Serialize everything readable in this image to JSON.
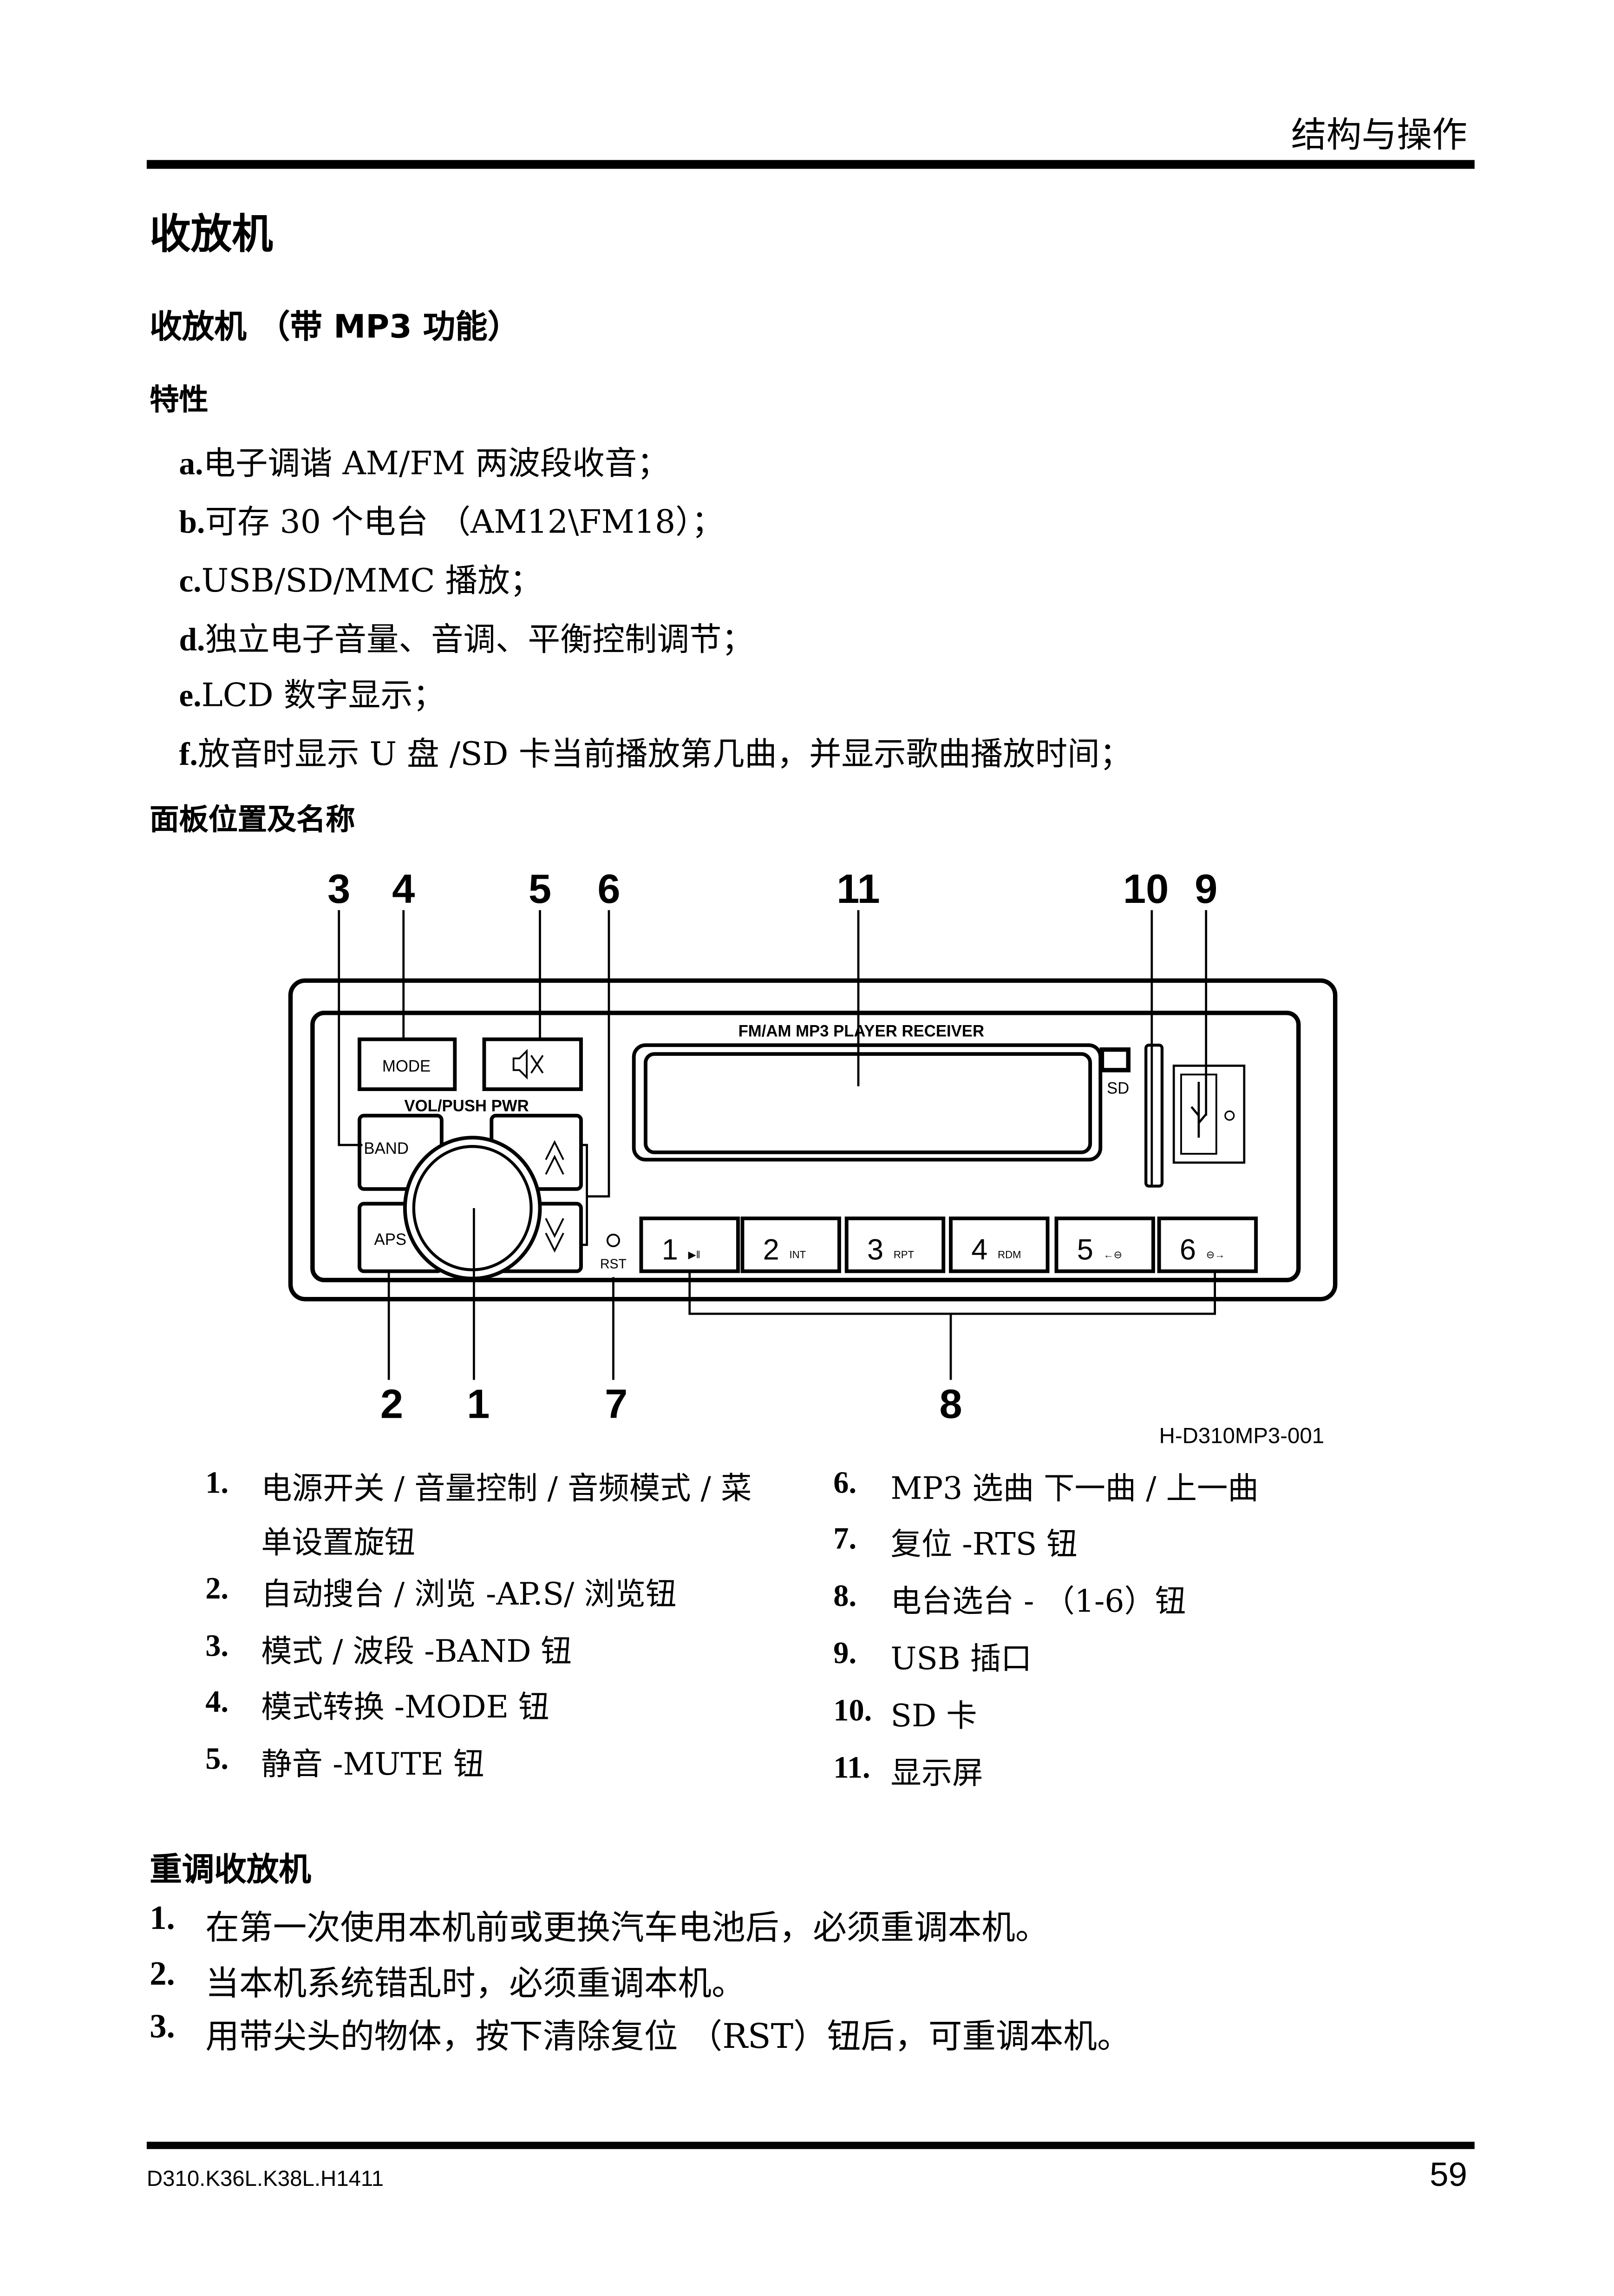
{
  "header": {
    "section": "结构与操作"
  },
  "title": "收放机",
  "subtitle": "收放机 （带 MP3 功能）",
  "features": {
    "heading": "特性",
    "items": [
      {
        "key": "a.",
        "text": "电子调谐 AM/FM 两波段收音；"
      },
      {
        "key": "b.",
        "text": "可存 30 个电台 （AM12\\FM18）；"
      },
      {
        "key": "c.",
        "text": "USB/SD/MMC 播放；"
      },
      {
        "key": "d.",
        "text": "独立电子音量、音调、平衡控制调节；"
      },
      {
        "key": "e.",
        "text": "LCD 数字显示；"
      },
      {
        "key": "f.",
        "text": "放音时显示 U 盘 /SD 卡当前播放第几曲，并显示歌曲播放时间；"
      }
    ]
  },
  "panel": {
    "heading": "面板位置及名称",
    "diagram": {
      "callouts_top": [
        "3",
        "4",
        "5",
        "6",
        "11",
        "10",
        "9"
      ],
      "callouts_bottom": [
        "2",
        "1",
        "7",
        "8"
      ],
      "code": "H-D310MP3-001",
      "device": {
        "banner": "FM/AM MP3 PLAYER RECEIVER",
        "mode": "MODE",
        "vol": "VOL/PUSH PWR",
        "band": "BAND",
        "aps": "APS",
        "rst": "RST",
        "sd": "SD",
        "presets": [
          {
            "n": "1",
            "s": "▶‖"
          },
          {
            "n": "2",
            "s": "INT"
          },
          {
            "n": "3",
            "s": "RPT"
          },
          {
            "n": "4",
            "s": "RDM"
          },
          {
            "n": "5",
            "s": "←⊖"
          },
          {
            "n": "6",
            "s": "⊖→"
          }
        ]
      }
    },
    "legend_left": [
      {
        "n": "1.",
        "text": "电源开关 / 音量控制 / 音频模式 / 菜",
        "cont": "单设置旋钮"
      },
      {
        "n": "2.",
        "text": "自动搜台 / 浏览 -AP.S/ 浏览钮"
      },
      {
        "n": "3.",
        "text": "模式 / 波段 -BAND 钮"
      },
      {
        "n": "4.",
        "text": "模式转换 -MODE 钮"
      },
      {
        "n": "5.",
        "text": "静音 -MUTE 钮"
      }
    ],
    "legend_right": [
      {
        "n": "6.",
        "text": "MP3 选曲 下一曲 / 上一曲"
      },
      {
        "n": "7.",
        "text": "复位 -RTS 钮"
      },
      {
        "n": "8.",
        "text": "电台选台 - （1-6）钮"
      },
      {
        "n": "9.",
        "text": "USB 插口"
      },
      {
        "n": "10.",
        "text": "SD 卡"
      },
      {
        "n": "11.",
        "text": "显示屏"
      }
    ]
  },
  "reset": {
    "heading": "重调收放机",
    "items": [
      {
        "n": "1.",
        "text": "在第一次使用本机前或更换汽车电池后，必须重调本机。"
      },
      {
        "n": "2.",
        "text": "当本机系统错乱时，必须重调本机。"
      },
      {
        "n": "3.",
        "text": "用带尖头的物体，按下清除复位 （RST）钮后，可重调本机。"
      }
    ]
  },
  "footer": {
    "doc": "D310.K36L.K38L.H1411",
    "page": "59"
  }
}
